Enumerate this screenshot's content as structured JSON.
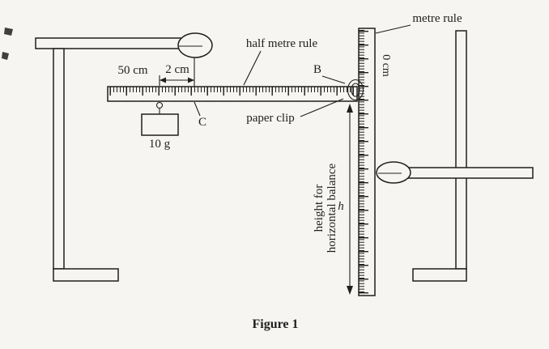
{
  "colors": {
    "ink": "#1f1f1f",
    "paper": "#f6f5f1"
  },
  "caption": "Figure 1",
  "labels": {
    "half_metre_rule": "half metre rule",
    "metre_rule": "metre rule",
    "paper_clip": "paper clip",
    "point_b": "B",
    "point_c": "C",
    "zero_cm": "0 cm",
    "fifty_cm": "50 cm",
    "two_cm": "2 cm",
    "mass": "10 g",
    "h_symbol": "h",
    "height_caption_line1": "height for",
    "height_caption_line2": "horizontal balance"
  }
}
